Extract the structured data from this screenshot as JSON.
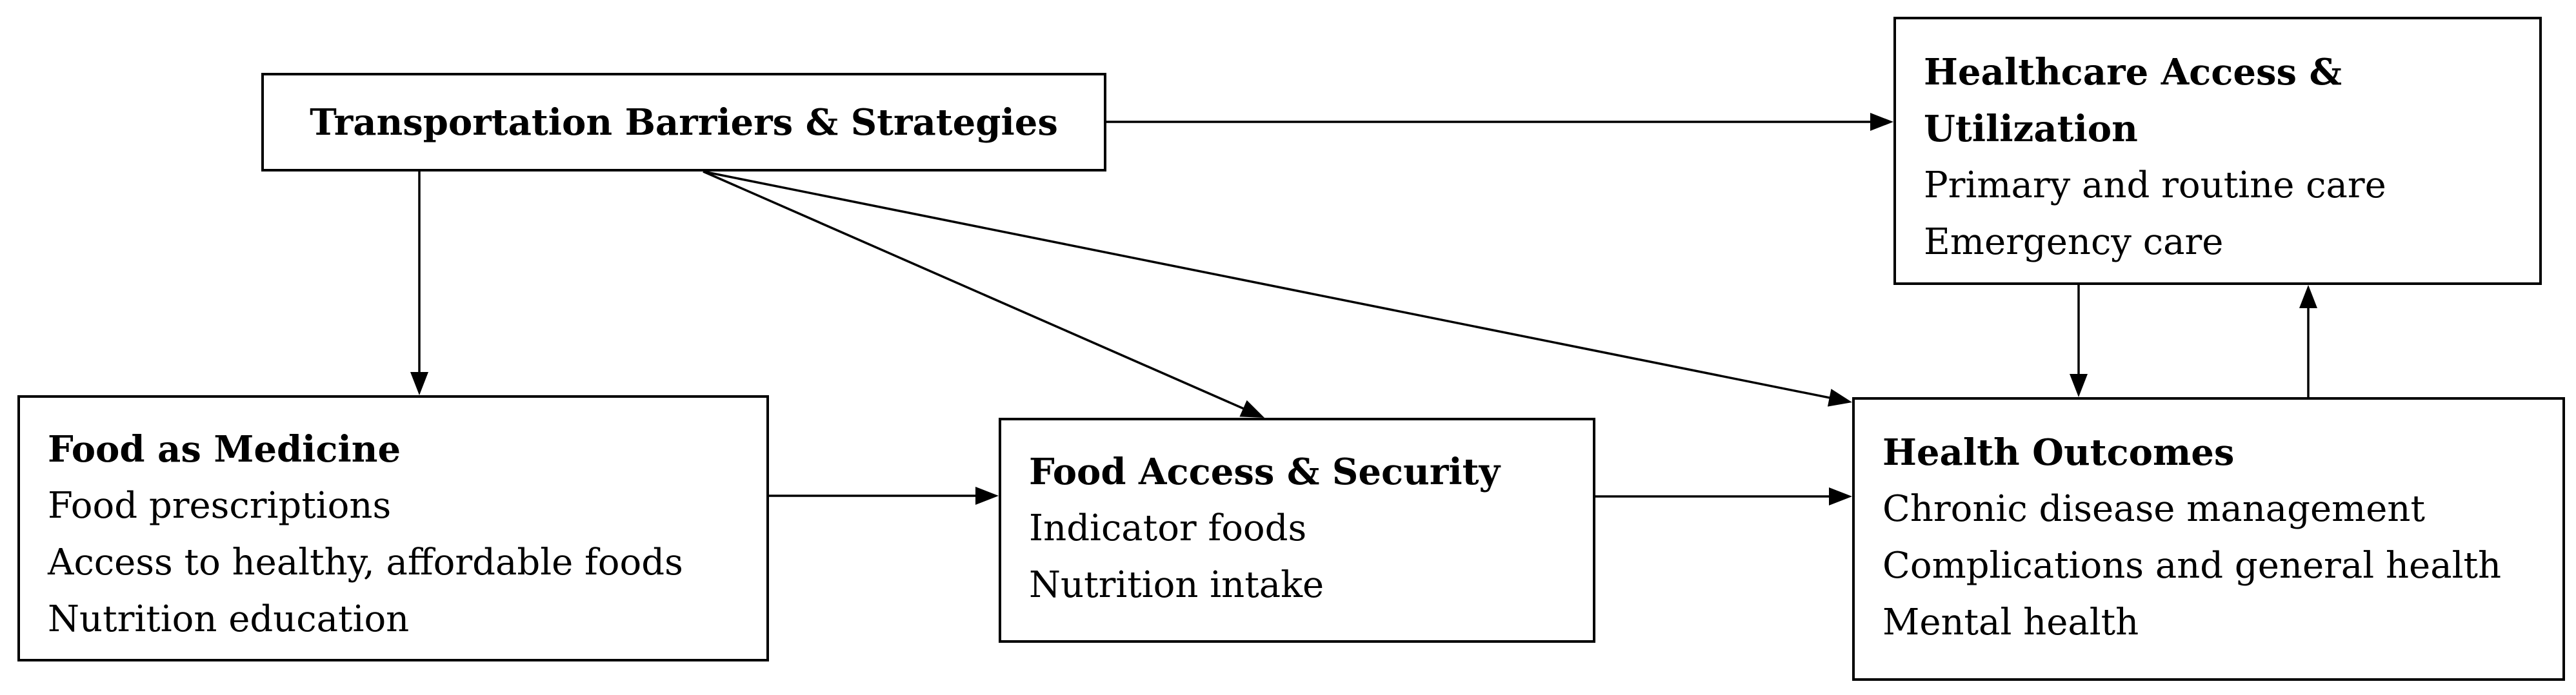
{
  "boxes": {
    "transport": {
      "title": "Transportation Barriers & Strategies",
      "lines": []
    },
    "healthcare": {
      "title_line1": "Healthcare Access &",
      "title_line2": "Utilization",
      "lines": [
        "Primary and routine care",
        "Emergency care"
      ]
    },
    "food_as_medicine": {
      "title": "Food as Medicine",
      "lines": [
        "Food prescriptions",
        "Access to healthy, affordable foods",
        "Nutrition education"
      ]
    },
    "food_access": {
      "title": "Food Access & Security",
      "lines": [
        "Indicator foods",
        "Nutrition intake"
      ]
    },
    "outcomes": {
      "title": "Health Outcomes",
      "lines": [
        "Chronic disease management",
        "Complications and general health",
        "Mental health"
      ]
    }
  },
  "connections": [
    {
      "from": "transport",
      "to": "healthcare"
    },
    {
      "from": "transport",
      "to": "food_as_medicine"
    },
    {
      "from": "transport",
      "to": "food_access"
    },
    {
      "from": "transport",
      "to": "outcomes"
    },
    {
      "from": "food_as_medicine",
      "to": "food_access"
    },
    {
      "from": "food_access",
      "to": "outcomes"
    },
    {
      "from": "healthcare",
      "to": "outcomes"
    },
    {
      "from": "outcomes",
      "to": "healthcare"
    }
  ],
  "colors": {
    "stroke": "#000000",
    "background": "#ffffff"
  }
}
